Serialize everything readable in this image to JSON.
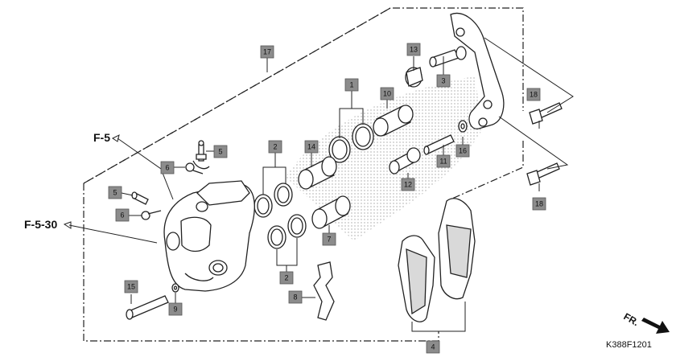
{
  "diagram": {
    "code": "K388F1201",
    "direction_label": "FR.",
    "references": [
      "F-5",
      "F-5-30"
    ],
    "callouts": {
      "c1": "1",
      "c2a": "2",
      "c2b": "2",
      "c3": "3",
      "c4": "4",
      "c5a": "5",
      "c5b": "5",
      "c6a": "6",
      "c6b": "6",
      "c7": "7",
      "c8": "8",
      "c9": "9",
      "c10": "10",
      "c11": "11",
      "c12": "12",
      "c13": "13",
      "c14": "14",
      "c15": "15",
      "c16": "16",
      "c17": "17",
      "c18a": "18",
      "c18b": "18"
    }
  }
}
